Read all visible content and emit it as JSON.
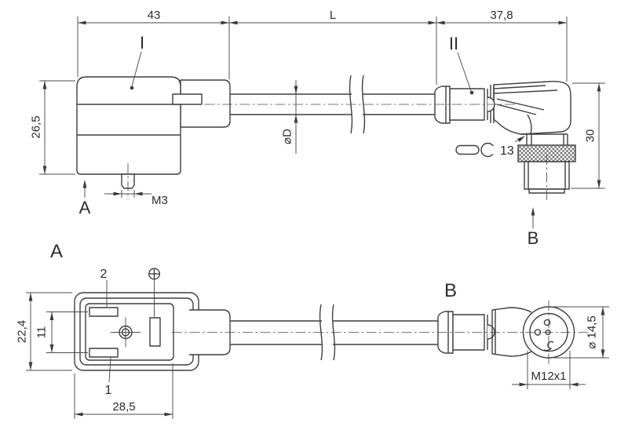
{
  "title": "Valve connector cable technical drawing",
  "colors": {
    "line": "#3e3e3e",
    "dim": "#4b4b4b",
    "text": "#2c2c2c",
    "background": "#ffffff"
  },
  "side_view": {
    "dim_valve_width": "43",
    "dim_cable_length": "L",
    "dim_connector_length": "37,8",
    "dim_valve_height": "26,5",
    "dim_stud_thread": "M3",
    "dim_cable_diameter": "⌀D",
    "dim_connector_height": "30",
    "wrench_size": "13",
    "callout_valve": "I",
    "callout_connector": "II",
    "view_arrow_a": "A",
    "view_arrow_b": "B"
  },
  "view_a": {
    "label": "A",
    "pin_top": "2",
    "pin_bottom": "1",
    "dim_height": "22,4",
    "dim_pin_spacing": "11",
    "dim_width": "28,5"
  },
  "view_b": {
    "label": "B",
    "dim_diameter": "⌀ 14,5",
    "dim_thread": "M12x1"
  }
}
